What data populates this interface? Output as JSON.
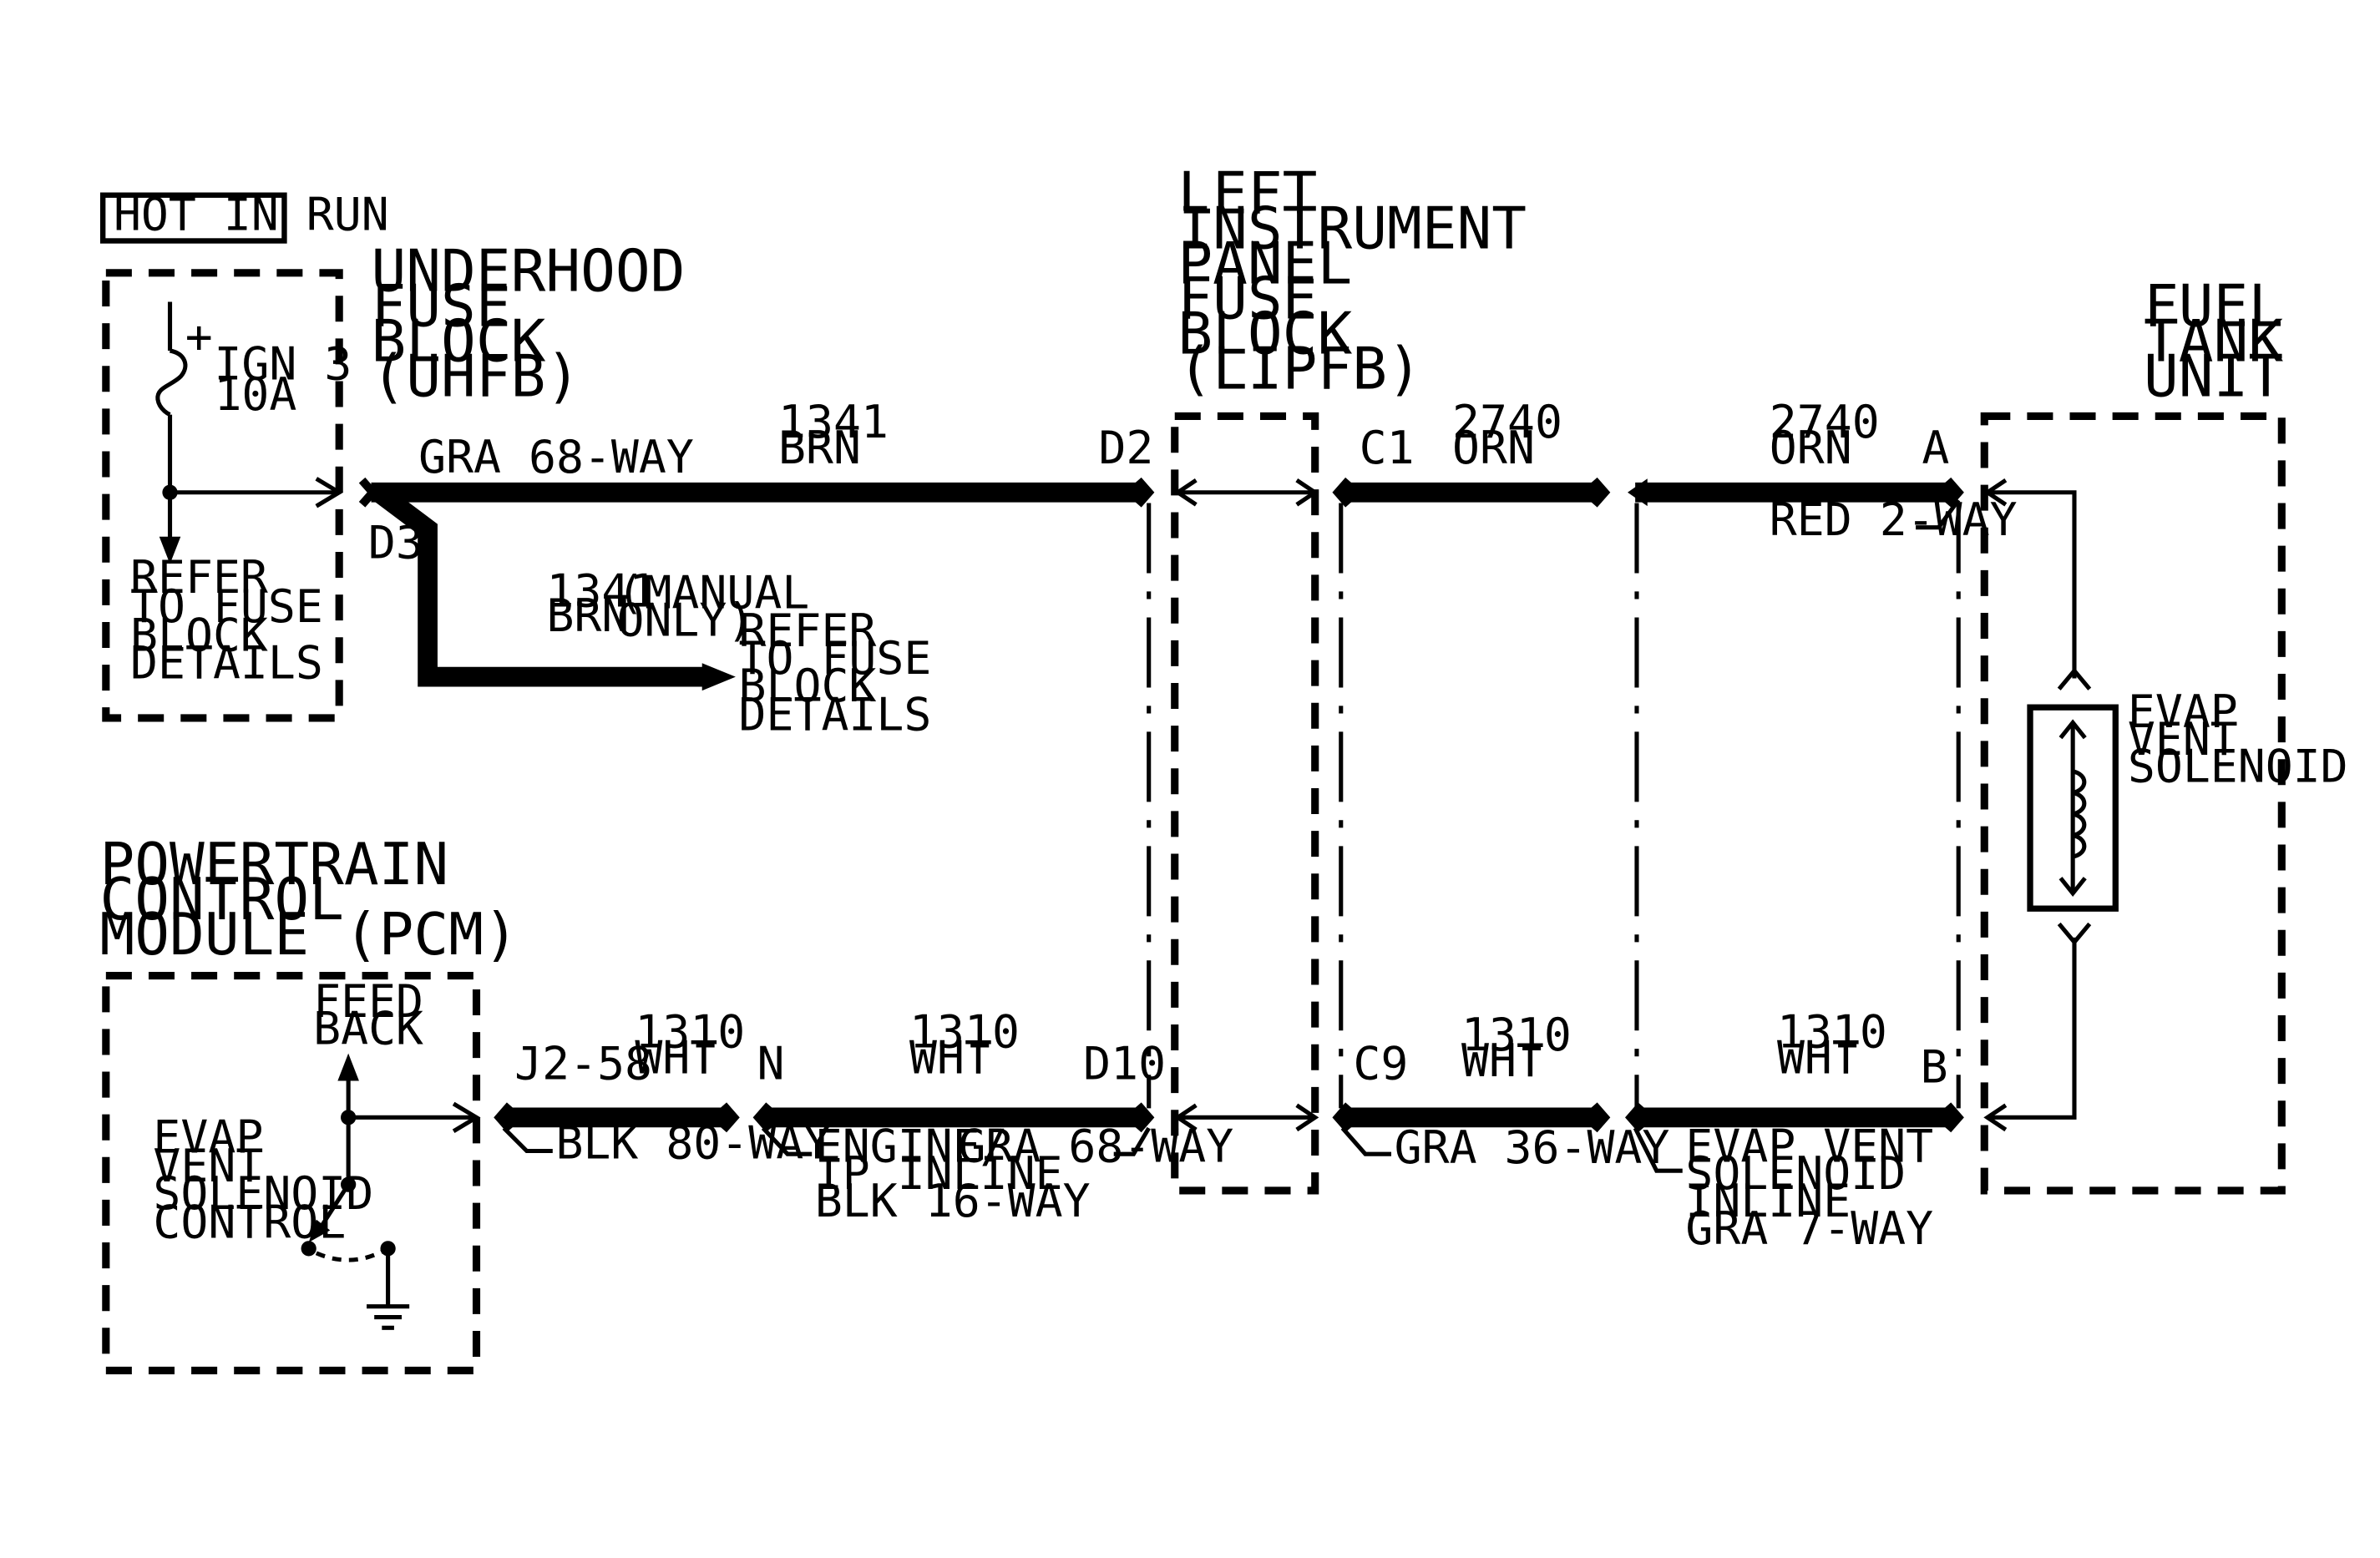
{
  "labels": {
    "hot_in_run": "HOT IN RUN",
    "uhfb": [
      "UNDERHOOD",
      "FUSE",
      "BLOCK",
      "(UHFB)"
    ],
    "fuse_name": "IGN 3",
    "fuse_rating": "10A",
    "fuse_plus": "+",
    "refer_left": [
      "REFER",
      "TO FUSE",
      "BLOCK",
      "DETAILS"
    ],
    "gra68_top": "GRA 68-WAY",
    "d3": "D3",
    "w1341_num": "1341",
    "w1341_color": "BRN",
    "d2": "D2",
    "branch_num": "1341",
    "branch_color": "BRN",
    "branch_note": [
      "(MANUAL",
      "ONLY)"
    ],
    "refer_branch": [
      "REFER",
      "TO FUSE",
      "BLOCK",
      "DETAILS"
    ],
    "lipfb": [
      "LEFT",
      "INSTRUMENT",
      "PANEL",
      "FUSE",
      "BLOCK",
      "(LIPFB)"
    ],
    "c1": "C1",
    "w2740a_num": "2740",
    "w2740a_color": "ORN",
    "w2740b_num": "2740",
    "w2740b_color": "ORN",
    "pin_a": "A",
    "red2way": "RED 2-WAY",
    "fuel_tank": [
      "FUEL",
      "TANK",
      "UNIT"
    ],
    "evap_vent_solenoid": [
      "EVAP",
      "VENT",
      "SOLENOID"
    ],
    "pcm": [
      "POWERTRAIN",
      "CONTROL",
      "MODULE (PCM)"
    ],
    "feed_back": [
      "FEED",
      "BACK"
    ],
    "evap_control": [
      "EVAP",
      "VENT",
      "SOLENOID",
      "CONTROL"
    ],
    "j2_58": "J2-58",
    "blk80": "BLK 80-WAY",
    "w1310a_num": "1310",
    "w1310a_color": "WHT",
    "pin_n": "N",
    "w1310b_num": "1310",
    "w1310b_color": "WHT",
    "d10": "D10",
    "engine_ip": [
      "ENGINE/",
      "IP INLINE",
      "BLK 16-WAY"
    ],
    "gra68_bottom": "GRA 68-WAY",
    "c9": "C9",
    "w1310c_num": "1310",
    "w1310c_color": "WHT",
    "gra36": "GRA 36-WAY",
    "w1310d_num": "1310",
    "w1310d_color": "WHT",
    "pin_b": "B",
    "evap_inline": [
      "EVAP VENT",
      "SOLENOID",
      "INLINE",
      "GRA 7-WAY"
    ]
  }
}
